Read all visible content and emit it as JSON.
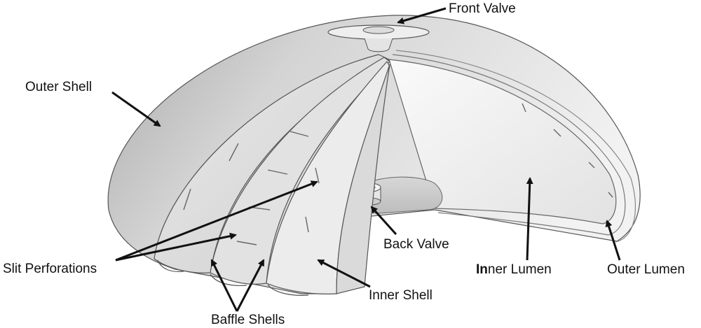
{
  "labels": {
    "front_valve": "Front Valve",
    "outer_shell": "Outer Shell",
    "slit_perforations": "Slit Perforations",
    "baffle_shells": "Baffle Shells",
    "inner_shell": "Inner Shell",
    "back_valve": "Back Valve",
    "inner_lumen_bold": "In",
    "inner_lumen_rest": "ner Lumen",
    "outer_lumen": "Outer Lumen"
  },
  "colors": {
    "shell_light": "#ededed",
    "shell_mid": "#d6d6d6",
    "shell_dark": "#b9b9b9",
    "outline": "#555555",
    "arrow": "#111111"
  }
}
